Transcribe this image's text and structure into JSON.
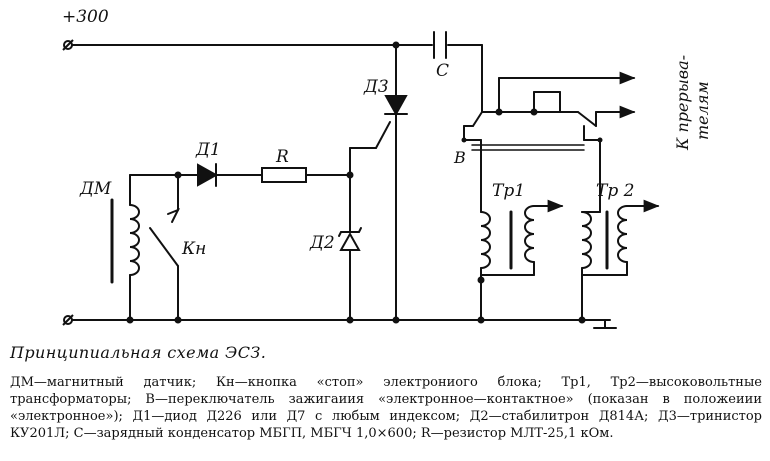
{
  "diagram": {
    "labels": {
      "plus300": "+300",
      "dm": "ДМ",
      "d1": "Д1",
      "r": "R",
      "d3": "Д3",
      "c": "С",
      "d2": "Д2",
      "kn": "Кн",
      "b": "В",
      "tp1": "Тр1",
      "tp2": "Тр 2",
      "breakers_line1": "К прерыва-",
      "breakers_line2": "телям"
    }
  },
  "caption": "Принципиальная схема ЭСЗ.",
  "legend": "ДМ—магнитный датчик; Кн—кнопка «стоп» электрониого блока; Тр1, Тр2—высоковольтные трансформаторы; В—переключатель зажигаиия «электронное—контактное» (показан в положеиии «электронное»); Д1—диод Д226 или Д7 с любым индексом; Д2—стабилитрон Д814А; Д3—тринистор КУ201Л; С—зарядный конденсатор МБГП, МБГЧ 1,0×600; R—резистор МЛТ-25,1 кОм."
}
